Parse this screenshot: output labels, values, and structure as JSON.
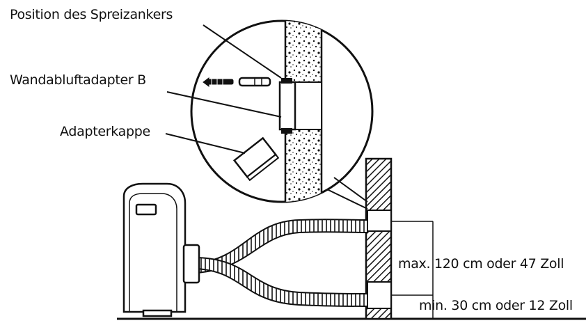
{
  "labels": {
    "anchor_position": "Position des Spreizankers",
    "wall_adapter": "Wandabluftadapter B",
    "adapter_cap": "Adapterkappe",
    "max_height": "max. 120 cm oder 47 Zoll",
    "min_height": "min. 30 cm oder 12 Zoll"
  },
  "colors": {
    "ink": "#111111",
    "background": "#ffffff"
  }
}
